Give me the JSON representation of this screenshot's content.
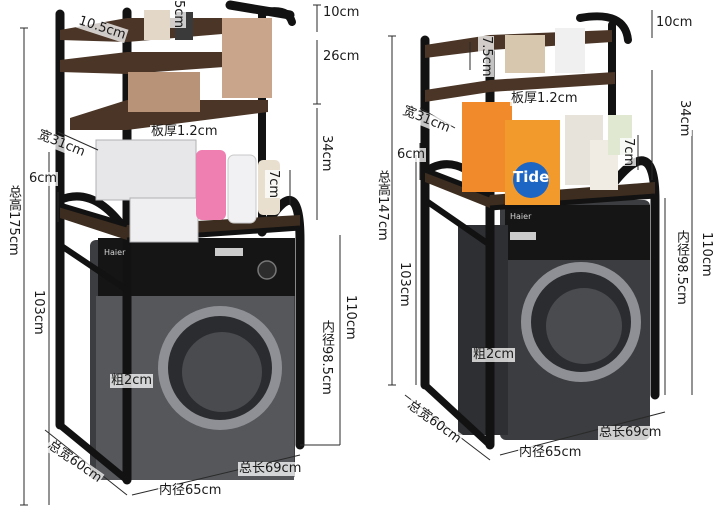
{
  "colors": {
    "frame": "#121212",
    "shelf_wood": "#4a3526",
    "washer_body": "#3c3d40",
    "washer_panel": "#151515",
    "door_ring": "#9a9ca0",
    "dimension_line": "#2a2a2a",
    "background": "#ffffff"
  },
  "left_product": {
    "dims": {
      "top_gap": "10cm",
      "top_gap_2": "26cm",
      "middle_gap": "34cm",
      "top_width": "10.5cm",
      "side_depth": "宽31cm",
      "thickness": "板厚1.2cm",
      "small_gap": "6cm",
      "total_height": "总高175cm",
      "leg_height": "103cm",
      "inner_height": "110cm",
      "inner_width": "内径98.5cm",
      "tube": "粗2cm",
      "total_width": "总宽60cm",
      "inner_length": "内径65cm",
      "total_length": "总长69cm",
      "rail_height": "7cm",
      "top_small": "5cm"
    }
  },
  "right_product": {
    "dims": {
      "top_gap": "10cm",
      "middle_gap": "34cm",
      "top_width": "7.5cm",
      "thickness": "板厚1.2cm",
      "side_depth": "宽31cm",
      "small_gap": "6cm",
      "total_height": "总高147cm",
      "leg_height": "103cm",
      "inner_height": "110cm",
      "inner_width": "内径98.5cm",
      "tube": "粗2cm",
      "total_width": "总宽60cm",
      "inner_length": "内径65cm",
      "total_length": "总长69cm",
      "rail_height": "7cm"
    }
  },
  "washer_brand": "Haier",
  "detergent_brand": "Tide"
}
